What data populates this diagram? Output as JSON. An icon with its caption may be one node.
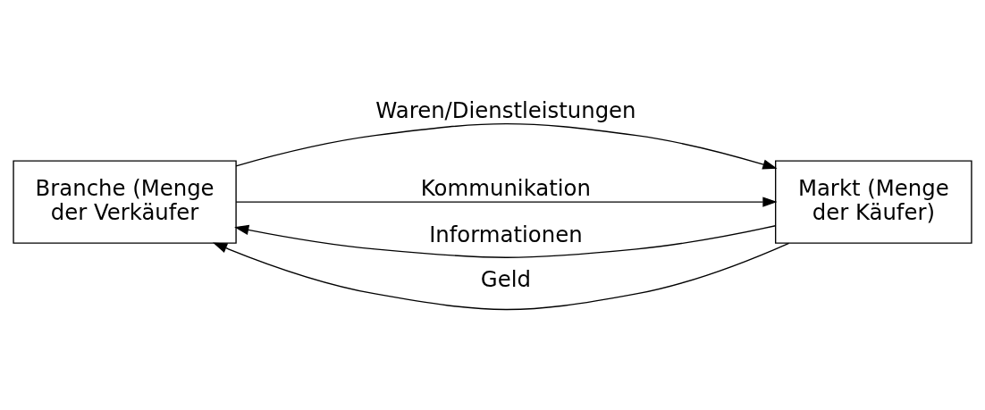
{
  "diagram": {
    "nodes": [
      {
        "text": [
          "Branche (Menge der Verkäufer"
        ]
      },
      {
        "text": [
          "Markt (Menge der Käufer)"
        ]
      }
    ],
    "edges": [
      {
        "from": 1,
        "to": 0,
        "arrow": "to",
        "label": "Informationen"
      },
      {
        "from": 0,
        "to": 1,
        "arrow": "to",
        "label": "Waren/Dienstleistungen"
      },
      {
        "from": 1,
        "to": 0,
        "arrow": "to",
        "label": "Geld"
      },
      {
        "from": 0,
        "to": 1,
        "arrow": "to",
        "label": "Kommunikation"
      }
    ]
  }
}
